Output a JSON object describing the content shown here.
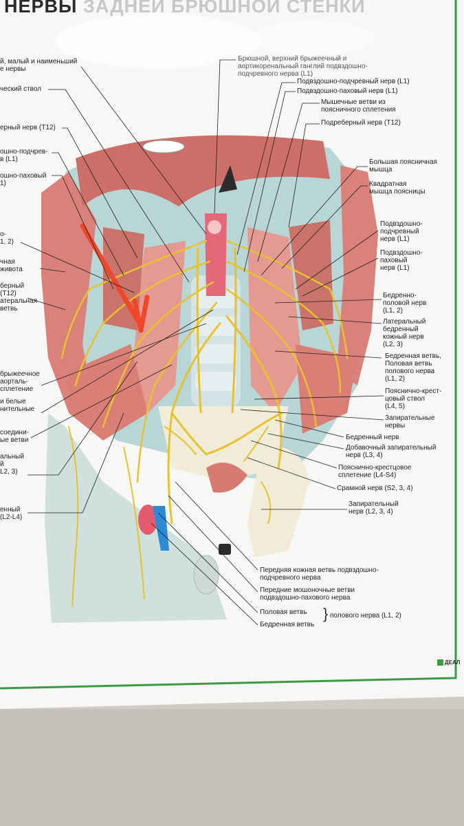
{
  "poster": {
    "title_dark": "НЕРВЫ",
    "title_faded": "ЗАДНЕЙ БРЮШНОЙ СТЕНКИ",
    "logo_text": "ДЕАЛ",
    "colors": {
      "poster_bg": "#f7f7f5",
      "frame": "#3c9a45",
      "wall": "#cfccc6",
      "arrow": "#f0472a",
      "nerve": "#e8c22e",
      "muscle": "#d9817a",
      "bone": "#f0ecd8"
    }
  },
  "labels_left": [
    {
      "text": "й, малый и наименьший\nе нервы"
    },
    {
      "text": "ческий ствол"
    },
    {
      "text": "ерный нерв (T12)"
    },
    {
      "text": "ошно-подчрев-\nв (L1)"
    },
    {
      "text": "ошно-паховый\n1)"
    },
    {
      "text": "о-\n1, 2)"
    },
    {
      "text": "чная\nживота"
    },
    {
      "text": "берный\n(T12)\nатеральная\nветвь"
    },
    {
      "text": "брыжеечное\nаорталь-\nсплетение"
    },
    {
      "text": "и белые\nнительные"
    },
    {
      "text": "соедини-\nые ветви"
    },
    {
      "text": "альный\nй\nL2, 3)"
    },
    {
      "text": "енный\n(L2-L4)"
    }
  ],
  "labels_right": [
    {
      "text": "Брюшной, верхний брыжеечный и\nаортикоренальный ганглий подвздошно-\nподчревного нерва (L1)"
    },
    {
      "text": "Подвздошно-подчревный нерв (L1)"
    },
    {
      "text": "Подвздошно-паховый нерв (L1)"
    },
    {
      "text": "Мышечные ветви из\nпоясничного сплетения"
    },
    {
      "text": "Подреберный нерв (T12)"
    },
    {
      "text": "Большая поясничная\nмышца"
    },
    {
      "text": "Квадратная\nмышца поясницы"
    },
    {
      "text": "Подвздошно-\nподчревный\nнерв (L1)"
    },
    {
      "text": "Подвздошно-\nпаховый\nнерв (L1)"
    },
    {
      "text": "Бедренно-\nполовой нерв\n(L1, 2)"
    },
    {
      "text": "Латеральный\nбедренный\nкожный нерв\n(L2, 3)"
    },
    {
      "text": "Бедренная ветвь,\nПоловая ветвь\nполового нерва\n(L1, 2)"
    },
    {
      "text": "Пояснично-крест-\nцовый ствол\n(L4, 5)"
    },
    {
      "text": "Запирательные\nнервы"
    },
    {
      "text": "Бедренный нерв"
    },
    {
      "text": "Добавочный запирательный\nнерв (L3, 4)"
    },
    {
      "text": "Пояснично-крестцовое\nсплетение (L4-S4)"
    },
    {
      "text": "Срамной нерв (S2, 3, 4)"
    },
    {
      "text": "Запирательный\nнерв (L2, 3, 4)"
    }
  ],
  "labels_bottom": [
    {
      "text": "Передняя кожная ветвь подвздошно-\nподчревного нерва"
    },
    {
      "text": "Передние мошоночные ветви\nподвздошно-пахового нерва"
    },
    {
      "text": "Половая ветвь"
    },
    {
      "text": "Бедренная ветвь"
    },
    {
      "text": "полового нерва (L1, 2)"
    }
  ]
}
